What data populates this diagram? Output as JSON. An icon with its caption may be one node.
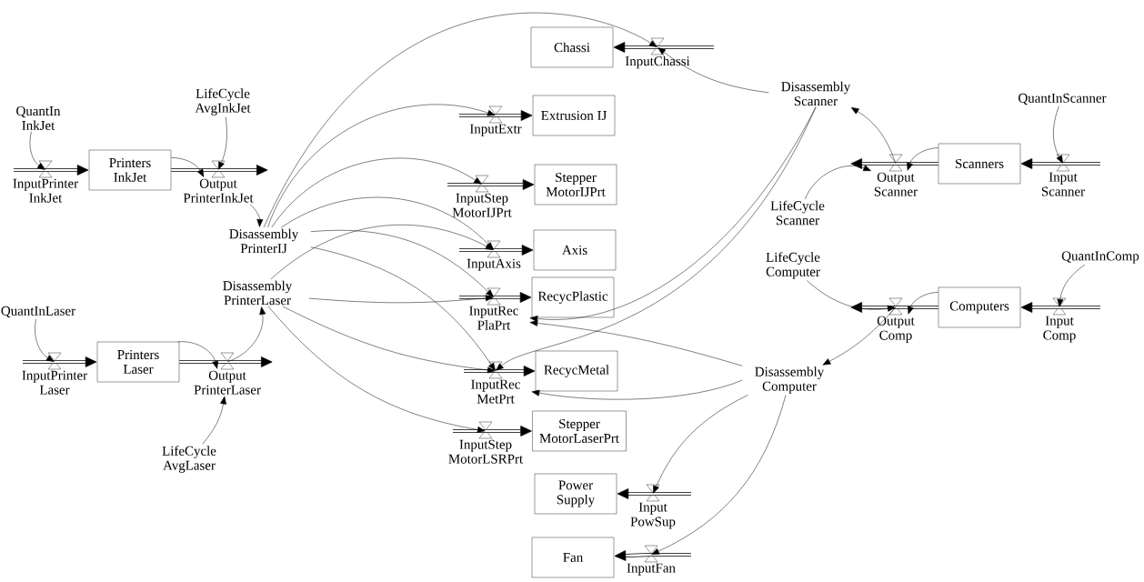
{
  "diagram": {
    "nodes": [
      {
        "text": [
          "QuantIn InkJet"
        ]
      },
      {
        "text": [
          "InputPrinter InkJet"
        ]
      },
      {
        "text": [
          "Printers InkJet"
        ]
      },
      {
        "text": [
          "LifeCycle AvgInkJet"
        ]
      },
      {
        "text": [
          "Output PrinterInkJet"
        ]
      },
      {
        "text": [
          "Disassembly PrinterIJ"
        ]
      },
      {
        "text": [
          "Disassembly PrinterLaser"
        ]
      },
      {
        "text": [
          "QuantInLaser"
        ]
      },
      {
        "text": [
          "InputPrinter Laser"
        ]
      },
      {
        "text": [
          "Printers Laser"
        ]
      },
      {
        "text": [
          "Output PrinterLaser"
        ]
      },
      {
        "text": [
          "LifeCycle AvgLaser"
        ]
      },
      {
        "text": [
          "Chassi"
        ]
      },
      {
        "text": [
          "InputChassi"
        ]
      },
      {
        "text": [
          "Extrusion IJ"
        ]
      },
      {
        "text": [
          "InputExtr"
        ]
      },
      {
        "text": [
          "Stepper MotorIJPrt"
        ]
      },
      {
        "text": [
          "InputStep MotorIJPrt"
        ]
      },
      {
        "text": [
          "Axis"
        ]
      },
      {
        "text": [
          "InputAxis"
        ]
      },
      {
        "text": [
          "RecycPlastic"
        ]
      },
      {
        "text": [
          "InputRec PlaPrt"
        ]
      },
      {
        "text": [
          "RecycMetal"
        ]
      },
      {
        "text": [
          "InputRec MetPrt"
        ]
      },
      {
        "text": [
          "Stepper MotorLaserPrt"
        ]
      },
      {
        "text": [
          "InputStep MotorLSRPrt"
        ]
      },
      {
        "text": [
          "Power Supply"
        ]
      },
      {
        "text": [
          "Input PowSup"
        ]
      },
      {
        "text": [
          "Fan"
        ]
      },
      {
        "text": [
          "InputFan"
        ]
      },
      {
        "text": [
          "Disassembly Scanner"
        ]
      },
      {
        "text": [
          "Output Scanner"
        ]
      },
      {
        "text": [
          "Scanners"
        ]
      },
      {
        "text": [
          "QuantInScanner"
        ]
      },
      {
        "text": [
          "Input Scanner"
        ]
      },
      {
        "text": [
          "LifeCycle Scanner"
        ]
      },
      {
        "text": [
          "LifeCycle Computer"
        ]
      },
      {
        "text": [
          "Output Comp"
        ]
      },
      {
        "text": [
          "Computers"
        ]
      },
      {
        "text": [
          "QuantInComp"
        ]
      },
      {
        "text": [
          "Input Comp"
        ]
      },
      {
        "text": [
          "Disassembly Computer"
        ]
      }
    ],
    "edges": [
      {
        "from": null,
        "to": 1,
        "arrow": "none"
      },
      {
        "from": 1,
        "to": 2,
        "arrow": "to"
      },
      {
        "from": 2,
        "to": 4,
        "arrow": "none"
      },
      {
        "from": 4,
        "to": null,
        "arrow": "to"
      },
      {
        "from": null,
        "to": 8,
        "arrow": "none"
      },
      {
        "from": 8,
        "to": 9,
        "arrow": "to"
      },
      {
        "from": 9,
        "to": 10,
        "arrow": "none"
      },
      {
        "from": 10,
        "to": null,
        "arrow": "to"
      },
      {
        "from": null,
        "to": 13,
        "arrow": "none"
      },
      {
        "from": 13,
        "to": 12,
        "arrow": "to"
      },
      {
        "from": null,
        "to": 15,
        "arrow": "none"
      },
      {
        "from": 15,
        "to": 14,
        "arrow": "to"
      },
      {
        "from": null,
        "to": 17,
        "arrow": "none"
      },
      {
        "from": 17,
        "to": 16,
        "arrow": "to"
      },
      {
        "from": null,
        "to": 19,
        "arrow": "none"
      },
      {
        "from": 19,
        "to": 18,
        "arrow": "to"
      },
      {
        "from": null,
        "to": 21,
        "arrow": "none"
      },
      {
        "from": 21,
        "to": 20,
        "arrow": "to"
      },
      {
        "from": null,
        "to": 23,
        "arrow": "none"
      },
      {
        "from": 23,
        "to": 22,
        "arrow": "to"
      },
      {
        "from": null,
        "to": 25,
        "arrow": "none"
      },
      {
        "from": 25,
        "to": 24,
        "arrow": "to"
      },
      {
        "from": null,
        "to": 27,
        "arrow": "none"
      },
      {
        "from": 27,
        "to": 26,
        "arrow": "to"
      },
      {
        "from": null,
        "to": 29,
        "arrow": "none"
      },
      {
        "from": 29,
        "to": 28,
        "arrow": "to"
      },
      {
        "from": null,
        "to": 34,
        "arrow": "none"
      },
      {
        "from": 34,
        "to": 32,
        "arrow": "to"
      },
      {
        "from": 32,
        "to": 31,
        "arrow": "none"
      },
      {
        "from": 31,
        "to": null,
        "arrow": "to"
      },
      {
        "from": null,
        "to": 40,
        "arrow": "none"
      },
      {
        "from": 40,
        "to": 38,
        "arrow": "to"
      },
      {
        "from": 38,
        "to": 37,
        "arrow": "none"
      },
      {
        "from": 37,
        "to": null,
        "arrow": "to"
      },
      {
        "from": 0,
        "to": 1,
        "arrow": "to"
      },
      {
        "from": 3,
        "to": 4,
        "arrow": "to"
      },
      {
        "from": 2,
        "to": 4,
        "arrow": "to"
      },
      {
        "from": 4,
        "to": 5,
        "arrow": "to"
      },
      {
        "from": 5,
        "to": 13,
        "arrow": "to"
      },
      {
        "from": 5,
        "to": 15,
        "arrow": "to"
      },
      {
        "from": 5,
        "to": 17,
        "arrow": "to"
      },
      {
        "from": 5,
        "to": 19,
        "arrow": "to"
      },
      {
        "from": 5,
        "to": 21,
        "arrow": "to"
      },
      {
        "from": 5,
        "to": 23,
        "arrow": "to"
      },
      {
        "from": 6,
        "to": 19,
        "arrow": "to"
      },
      {
        "from": 6,
        "to": 21,
        "arrow": "to"
      },
      {
        "from": 6,
        "to": 23,
        "arrow": "to"
      },
      {
        "from": 6,
        "to": 25,
        "arrow": "to"
      },
      {
        "from": 7,
        "to": 8,
        "arrow": "to"
      },
      {
        "from": 9,
        "to": 10,
        "arrow": "to"
      },
      {
        "from": 11,
        "to": 10,
        "arrow": "to"
      },
      {
        "from": 10,
        "to": 6,
        "arrow": "to"
      },
      {
        "from": 30,
        "to": 13,
        "arrow": "to"
      },
      {
        "from": 30,
        "to": 21,
        "arrow": "to"
      },
      {
        "from": 30,
        "to": 23,
        "arrow": "to"
      },
      {
        "from": 31,
        "to": 30,
        "arrow": "to"
      },
      {
        "from": 32,
        "to": 31,
        "arrow": "to"
      },
      {
        "from": 35,
        "to": 31,
        "arrow": "to"
      },
      {
        "from": 33,
        "to": 34,
        "arrow": "to"
      },
      {
        "from": 36,
        "to": 37,
        "arrow": "to"
      },
      {
        "from": 38,
        "to": 37,
        "arrow": "to"
      },
      {
        "from": 39,
        "to": 40,
        "arrow": "to"
      },
      {
        "from": 37,
        "to": 41,
        "arrow": "to"
      },
      {
        "from": 41,
        "to": 21,
        "arrow": "to"
      },
      {
        "from": 41,
        "to": 23,
        "arrow": "to"
      },
      {
        "from": 41,
        "to": 27,
        "arrow": "to"
      },
      {
        "from": 41,
        "to": 29,
        "arrow": "to"
      }
    ]
  }
}
